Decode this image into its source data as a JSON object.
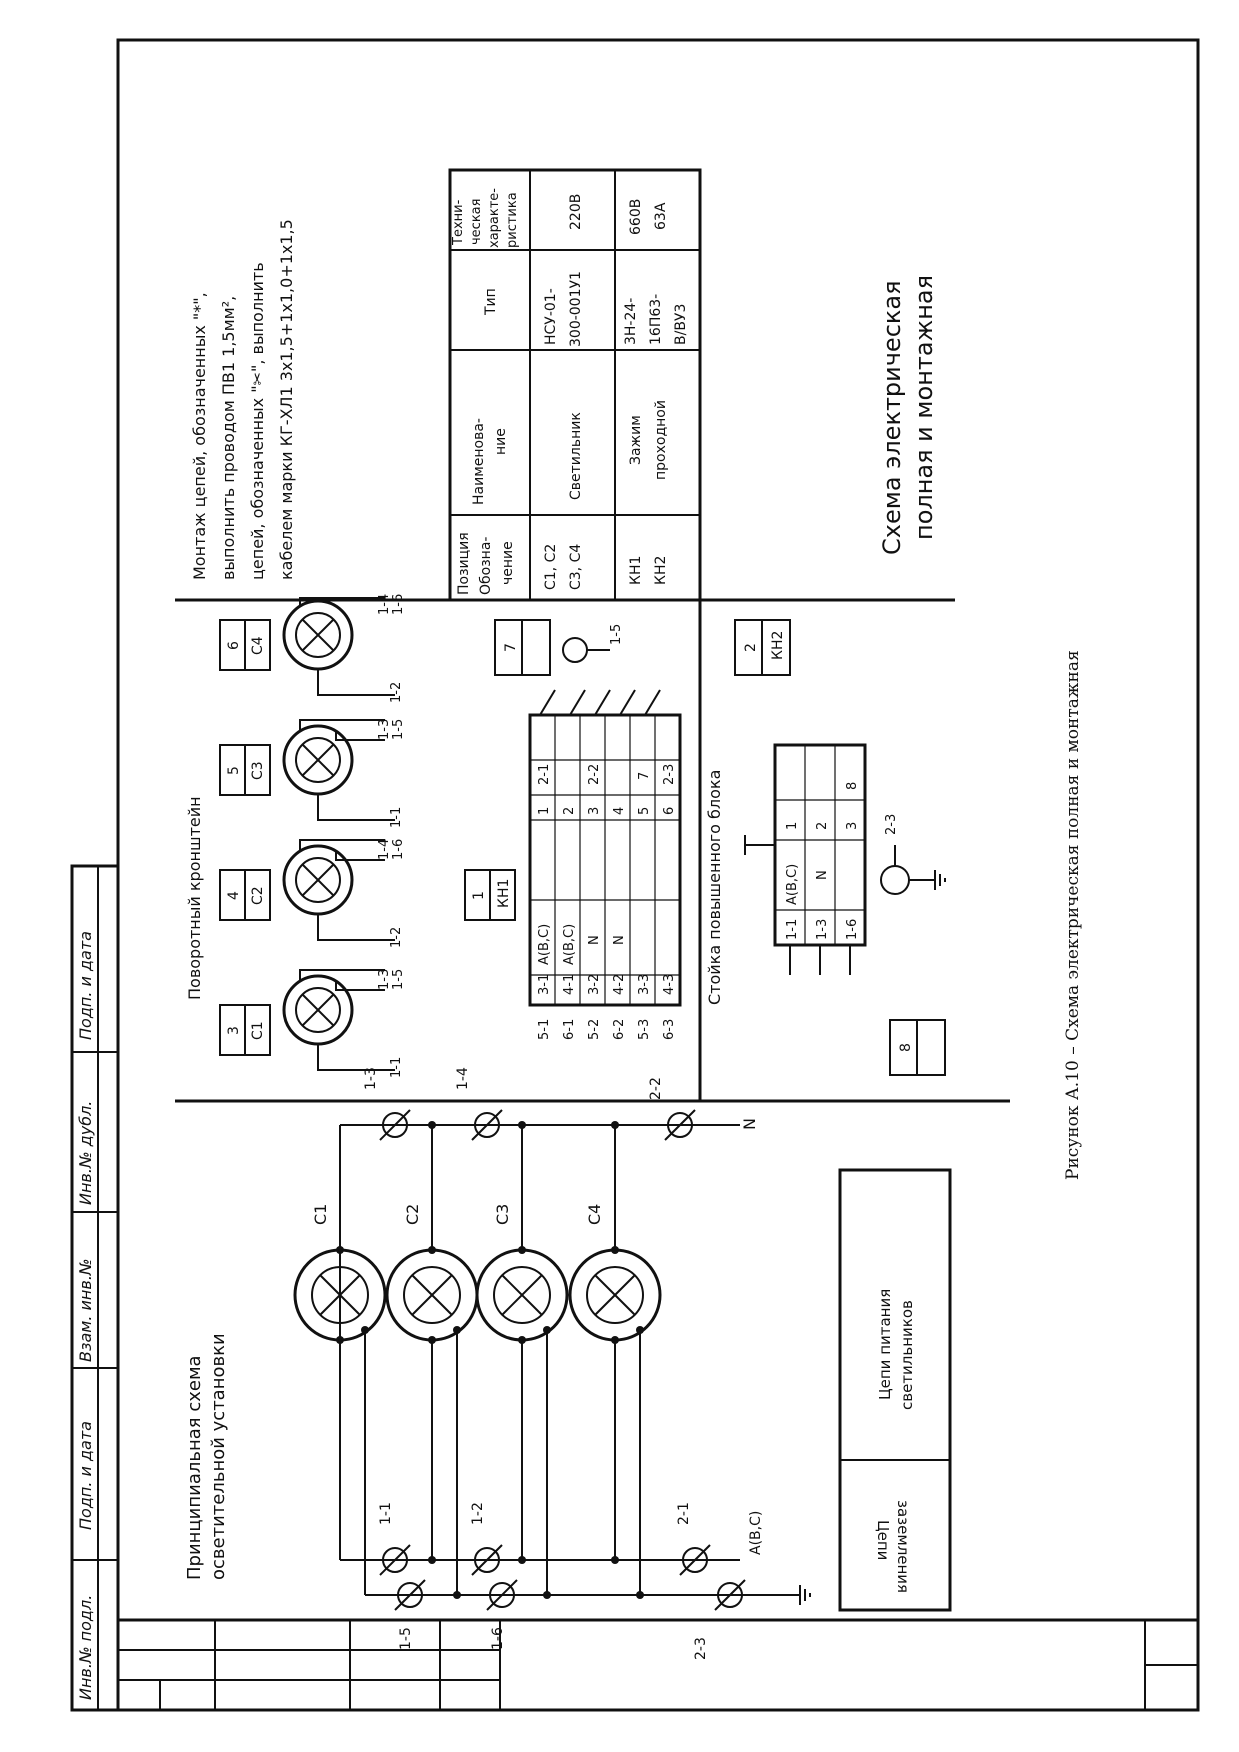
{
  "side_stamp": {
    "cells": [
      "Инв.№ подл.",
      "Подп. и дата",
      "Взам. инв.№",
      "Инв.№ дубл.",
      "Подп. и дата"
    ]
  },
  "drawing_title": [
    "Схема электрическая",
    "полная и монтажная"
  ],
  "notes": [
    "Монтаж цепей, обозначенных \"*\",",
    "выполнить проводом ПВ1 1,5мм²,",
    "цепей, обозначенных \"✂\", выполнить",
    "кабелем марки КГ-ХЛ1 3х1,5+1х1,0+1х1,5"
  ],
  "bom": {
    "headers": [
      [
        "Позиция",
        "Обозна-",
        "чение"
      ],
      [
        "Наименова-",
        "ние"
      ],
      [
        "Тип"
      ],
      [
        "Техни-",
        "ческая",
        "характе-",
        "ристика"
      ]
    ],
    "rows": [
      {
        "pos": [
          "С1, С2",
          "С3, С4"
        ],
        "name": [
          "Светильник"
        ],
        "type": [
          "НСУ-01-",
          "300-001У1"
        ],
        "spec": [
          "220В"
        ]
      },
      {
        "pos": [
          "КН1",
          "КН2"
        ],
        "name": [
          "Зажим",
          "проходной"
        ],
        "type": [
          "3Н-24-",
          "16П63-",
          "В/ВУ3"
        ],
        "spec": [
          "660В",
          "63А"
        ]
      }
    ]
  },
  "principal_schema": {
    "title": [
      "Принципиальная схема",
      "осветительной установки"
    ],
    "lamps": [
      "С1",
      "С2",
      "С3",
      "С4"
    ],
    "terminals_top": [
      "1-3",
      "1-4",
      "2-2"
    ],
    "terminals_bottom_a": [
      "1-1",
      "1-2",
      "2-1"
    ],
    "terminals_bottom_b": [
      "1-5",
      "1-6",
      "2-3"
    ],
    "n_label": "N",
    "a_label": "А(В,С)"
  },
  "legend": {
    "left": [
      "Цепи",
      "заземления"
    ],
    "right": [
      "Цепи питания",
      "светильников"
    ]
  },
  "bracket": {
    "title": "Поворотный кронштейн",
    "positions": [
      {
        "num": "3",
        "code": "С1",
        "wires": [
          "1-1",
          "1-3",
          "1-5"
        ]
      },
      {
        "num": "4",
        "code": "С2",
        "wires": [
          "1-2",
          "1-4",
          "1-6"
        ]
      },
      {
        "num": "5",
        "code": "С3",
        "wires": [
          "1-1",
          "1-3",
          "1-5"
        ]
      },
      {
        "num": "6",
        "code": "С4",
        "wires": [
          "1-2",
          "1-4",
          "1-6"
        ]
      }
    ],
    "kn1": {
      "num": "1",
      "code": "КН1"
    },
    "box7": {
      "num": "7"
    },
    "ground_wire": "1-5",
    "kn1_table": [
      [
        "5-1",
        "3-1",
        "А(В,С)",
        "1",
        "2-1"
      ],
      [
        "6-1",
        "4-1",
        "А(В,С)",
        "2",
        ""
      ],
      [
        "5-2",
        "3-2",
        "N",
        "3",
        "2-2"
      ],
      [
        "6-2",
        "4-2",
        "N",
        "4",
        ""
      ],
      [
        "5-3",
        "3-3",
        "",
        "5",
        "7"
      ],
      [
        "6-3",
        "4-3",
        "",
        "6",
        "2-3"
      ]
    ]
  },
  "stand": {
    "title": "Стойка повышенного блока",
    "kn2": {
      "num": "2",
      "code": "КН2"
    },
    "box8": {
      "num": "8"
    },
    "ground_wire": "2-3",
    "kn2_table": [
      [
        "1-1",
        "А(В,С)",
        "1",
        ""
      ],
      [
        "1-3",
        "N",
        "2",
        ""
      ],
      [
        "1-6",
        "",
        "3",
        "8"
      ]
    ]
  },
  "caption": "Рисунок А.10 – Схема электрическая полная и монтажная"
}
